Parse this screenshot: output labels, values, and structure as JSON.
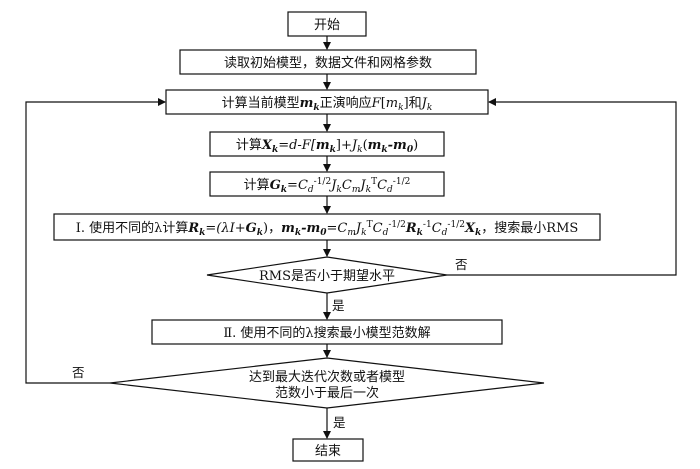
{
  "flowchart": {
    "start": "开始",
    "read": "读取初始模型，数据文件和网格参数",
    "compute_forward": {
      "prefix": "计算当前模型",
      "m": "m",
      "k": "k",
      "middle": "正演响应",
      "F": "F",
      "bracket_open": "[",
      "bracket_close": "]",
      "and": "和",
      "J": "J"
    },
    "compute_x": {
      "prefix": "计算",
      "X": "X",
      "k": "k",
      "eq": "=d-F[",
      "m": "m",
      "close": "]+",
      "J": "J",
      "paren": "(",
      "minus": "-m",
      "zero": "0",
      "end": ")"
    },
    "compute_g": {
      "prefix": "计算",
      "G": "G",
      "k": "k",
      "eq": "=C",
      "d": "d",
      "exp": "-1/2",
      "J": "J",
      "C": "C",
      "m": "m",
      "T": "T",
      "C2": "C",
      "d2": "d",
      "exp2": "-1/2"
    },
    "step1": {
      "roman": "Ⅰ. ",
      "text": "使用不同的λ计算",
      "R": "R",
      "k": "k",
      "eq1": "=(λI+",
      "G": "G",
      "eq1_end": ")，",
      "m": "m",
      "minus_m0": "-m",
      "zero": "0",
      "eq2": "=C",
      "m_sub": "m",
      "J": "J",
      "T": "T",
      "C": "C",
      "d": "d",
      "exp": "-1/2",
      "R2": "R",
      "k2": "k",
      "inv": "-1",
      "C2": "C",
      "d2": "d",
      "exp2": "-1/2",
      "X": "X",
      "k3": "k",
      "tail": "，搜索最小RMS"
    },
    "decision1": "RMS是否小于期望水平",
    "decision1_no": "否",
    "decision1_yes": "是",
    "step2": "Ⅱ. 使用不同的λ搜索最小模型范数解",
    "decision2_line1": "达到最大迭代次数或者模型",
    "decision2_line2": "范数小于最后一次",
    "decision2_no": "否",
    "decision2_yes": "是",
    "end": "结束"
  }
}
